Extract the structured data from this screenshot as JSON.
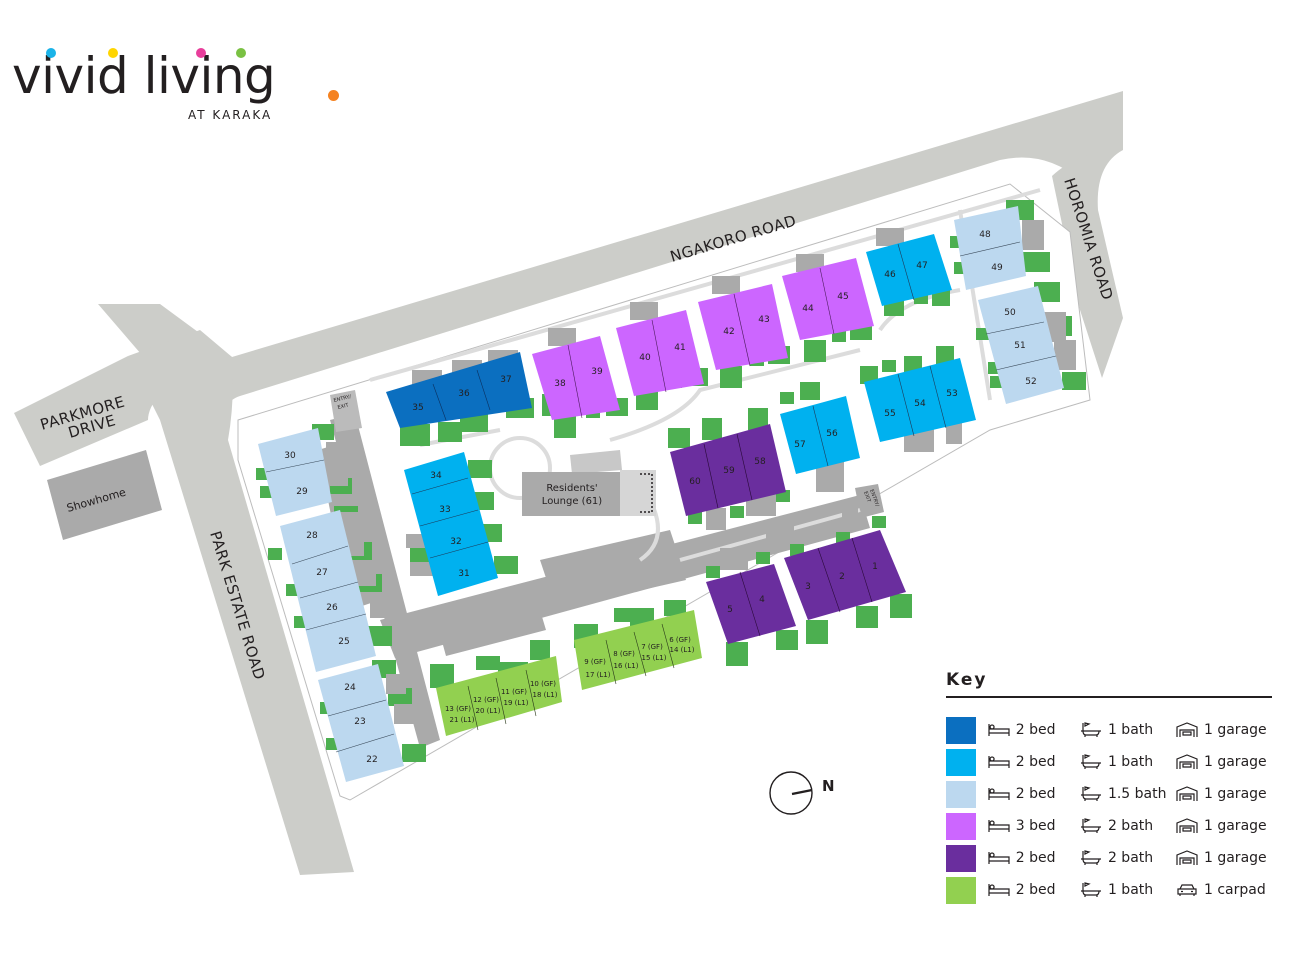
{
  "brand": {
    "name": "vivid living",
    "subtitle": "AT KARAKA",
    "dot_colors": [
      "#1ab3e8",
      "#ffd500",
      "#e83e9b",
      "#7ac143"
    ],
    "period_color": "#f58220"
  },
  "roads": {
    "ngakoro": "NGAKORO ROAD",
    "horomia": "HOROMIA ROAD",
    "parkmore_line1": "PARKMORE",
    "parkmore_line2": "DRIVE",
    "park_estate": "PARK ESTATE ROAD"
  },
  "facilities": {
    "showhome": "Showhome",
    "lounge_line1": "Residents'",
    "lounge_line2": "Lounge (61)",
    "entry_exit_line1": "ENTRY/",
    "entry_exit_line2": "EXIT"
  },
  "colors": {
    "road": "#cccdc9",
    "driveway": "#aaaaaa",
    "path": "#dcdcdc",
    "garden": "#4caf50",
    "type_a": "#0b6fc0",
    "type_b": "#00b1ef",
    "type_c": "#bcd8ef",
    "type_d": "#cc66ff",
    "type_e": "#6a2e9e",
    "type_f": "#92d050"
  },
  "lots": {
    "l1": "1",
    "l2": "2",
    "l3": "3",
    "l4": "4",
    "l5": "5",
    "l6": "6 (GF)",
    "l14": "14 (L1)",
    "l7": "7 (GF)",
    "l15": "15 (L1)",
    "l8": "8 (GF)",
    "l16": "16 (L1)",
    "l9": "9 (GF)",
    "l17": "17 (L1)",
    "l10": "10 (GF)",
    "l18": "18 (L1)",
    "l11": "11 (GF)",
    "l19": "19 (L1)",
    "l12": "12 (GF)",
    "l20": "20 (L1)",
    "l13": "13 (GF)",
    "l21": "21 (L1)",
    "l22": "22",
    "l23": "23",
    "l24": "24",
    "l25": "25",
    "l26": "26",
    "l27": "27",
    "l28": "28",
    "l29": "29",
    "l30": "30",
    "l31": "31",
    "l32": "32",
    "l33": "33",
    "l34": "34",
    "l35": "35",
    "l36": "36",
    "l37": "37",
    "l38": "38",
    "l39": "39",
    "l40": "40",
    "l41": "41",
    "l42": "42",
    "l43": "43",
    "l44": "44",
    "l45": "45",
    "l46": "46",
    "l47": "47",
    "l48": "48",
    "l49": "49",
    "l50": "50",
    "l51": "51",
    "l52": "52",
    "l53": "53",
    "l54": "54",
    "l55": "55",
    "l56": "56",
    "l57": "57",
    "l58": "58",
    "l59": "59",
    "l60": "60"
  },
  "compass": {
    "label": "N"
  },
  "key": {
    "title": "Key",
    "rows": [
      {
        "color": "#0b6fc0",
        "bed": "2 bed",
        "bath": "1 bath",
        "parking": "1 garage",
        "parking_icon": "garage-icon"
      },
      {
        "color": "#00b1ef",
        "bed": "2 bed",
        "bath": "1 bath",
        "parking": "1 garage",
        "parking_icon": "garage-icon"
      },
      {
        "color": "#bcd8ef",
        "bed": "2 bed",
        "bath": "1.5 bath",
        "parking": "1 garage",
        "parking_icon": "garage-icon"
      },
      {
        "color": "#cc66ff",
        "bed": "3 bed",
        "bath": "2 bath",
        "parking": "1 garage",
        "parking_icon": "garage-icon"
      },
      {
        "color": "#6a2e9e",
        "bed": "2 bed",
        "bath": "2 bath",
        "parking": "1 garage",
        "parking_icon": "garage-icon"
      },
      {
        "color": "#92d050",
        "bed": "2 bed",
        "bath": "1 bath",
        "parking": "1 carpad",
        "parking_icon": "carpad-icon"
      }
    ]
  }
}
